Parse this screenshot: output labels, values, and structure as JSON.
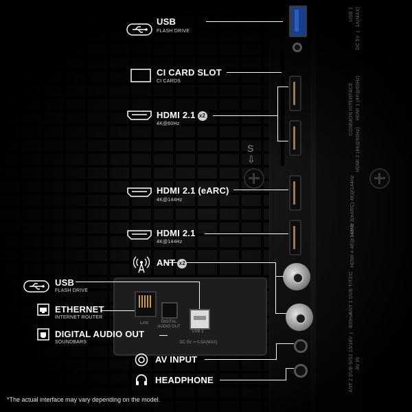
{
  "ports": {
    "usb_top": {
      "title": "USB",
      "sub": "FLASH DRIVE"
    },
    "ci_card": {
      "title": "CI CARD SLOT",
      "sub": "CI CARDS"
    },
    "hdmi_21_pair": {
      "title": "HDMI 2.1",
      "badge": "x2",
      "sub": "4K@60Hz"
    },
    "hdmi_earc": {
      "title": "HDMI 2.1 (eARC)",
      "sub": "4K@144Hz"
    },
    "hdmi_21_single": {
      "title": "HDMI 2.1",
      "sub": "4K@144Hz"
    },
    "ant": {
      "title": "ANT",
      "badge": "x2"
    },
    "usb_bottom": {
      "title": "USB",
      "sub": "FLASH DRIVE"
    },
    "ethernet": {
      "title": "ETHERNET",
      "sub": "INTERNET ROUTER"
    },
    "digital_audio": {
      "title": "DIGITAL AUDIO OUT",
      "sub": "SOUNDBARS"
    },
    "av_input": {
      "title": "AV INPUT"
    },
    "headphone": {
      "title": "HEADPHONE"
    }
  },
  "panel_silk": {
    "usb1": "USB 1",
    "usb1_power": "DC 5V ⎓ 1A(MAX)",
    "common_interface": "COMMON INTERFACE",
    "hdmi1": "HDMI 1 (4K@60Hz)",
    "hdmi2": "HDMI 2 (4K@60Hz)",
    "hdmi3": "HDMI 3(eARC) 4K@144Hz",
    "hdmi4": "HDMI 4 4K@144Hz",
    "ant1": "ANT 1 DVB-T/T2/C",
    "ant2": "ANT 2 DVB-S/S2 13/18V ⎓ 400mA",
    "av_in": "AV IN",
    "lan": "LAN",
    "digital_audio_out": "DIGITAL AUDIO OUT",
    "usb2": "USB 2",
    "usb2_power": "DC 5V ⎓ 0.5A(MAX)",
    "s_mark": "S"
  },
  "footnote": "*The actual interface may vary depending on the model.",
  "colors": {
    "background": "#070707",
    "label_text": "#ffffff",
    "hdmi_pins": "#b0782c",
    "usb_blue": "#1b3f86"
  }
}
